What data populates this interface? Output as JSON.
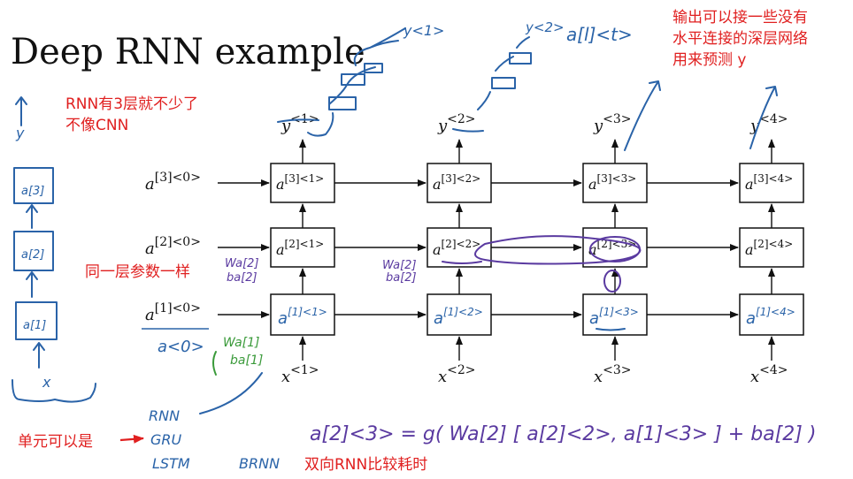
{
  "title": "Deep RNN example",
  "notes": {
    "top_right_1": "输出可以接一些没有",
    "top_right_2": "水平连接的深层网络",
    "top_right_3": "用来预测 y",
    "layers_1": "RNN有3层就不少了",
    "layers_2": "不像CNN",
    "same_params": "同一层参数一样",
    "unit_can_be": "单元可以是",
    "brnn": "双向RNN比较耗时"
  },
  "handwriting": {
    "unit_types": [
      "RNN",
      "GRU",
      "LSTM"
    ],
    "brnn": "BRNN",
    "a_l_t": "a[l]<t>",
    "formula": "a[2]<3> = g( Wa[2] [ a[2]<2>, a[1]<3> ] + ba[2] )",
    "y_1": "y<1>",
    "y_2": "y<2>",
    "a0": "a<0>",
    "wa1": "Wa[1]",
    "ba1": "ba[1]",
    "wa2": "Wa[2]",
    "ba2": "ba[2]",
    "left_stack": [
      "y",
      "a[3]",
      "a[2]",
      "a[1]",
      "x"
    ]
  },
  "diagram": {
    "init_labels": {
      "l3": {
        "base": "a",
        "sup": "[3]<0>"
      },
      "l2": {
        "base": "a",
        "sup": "[2]<0>"
      },
      "l1": {
        "base": "a",
        "sup": "[1]<0>"
      }
    },
    "outputs": [
      {
        "base": "y",
        "sup": "<1>"
      },
      {
        "base": "y",
        "sup": "<2>"
      },
      {
        "base": "y",
        "sup": "<3>"
      },
      {
        "base": "y",
        "sup": "<4>"
      }
    ],
    "inputs": [
      {
        "base": "x",
        "sup": "<1>"
      },
      {
        "base": "x",
        "sup": "<2>"
      },
      {
        "base": "x",
        "sup": "<3>"
      },
      {
        "base": "x",
        "sup": "<4>"
      }
    ],
    "layer3_cells": [
      {
        "base": "a",
        "sup": "[3]<1>"
      },
      {
        "base": "a",
        "sup": "[3]<2>"
      },
      {
        "base": "a",
        "sup": "[3]<3>"
      },
      {
        "base": "a",
        "sup": "[3]<4>"
      }
    ],
    "layer2_cells": [
      {
        "base": "a",
        "sup": "[2]<1>"
      },
      {
        "base": "a",
        "sup": "[2]<2>"
      },
      {
        "base": "a",
        "sup": "[2]<3>"
      },
      {
        "base": "a",
        "sup": "[2]<4>"
      }
    ],
    "layer1_cells": [
      {
        "base": "a",
        "sup": "[1]<1>"
      },
      {
        "base": "a",
        "sup": "[1]<2>"
      },
      {
        "base": "a",
        "sup": "[1]<3>"
      },
      {
        "base": "a",
        "sup": "[1]<4>"
      }
    ]
  },
  "colors": {
    "red": "#e02020",
    "blue": "#2a63a8",
    "purple": "#5a3aa0",
    "green": "#3a9a3a"
  }
}
